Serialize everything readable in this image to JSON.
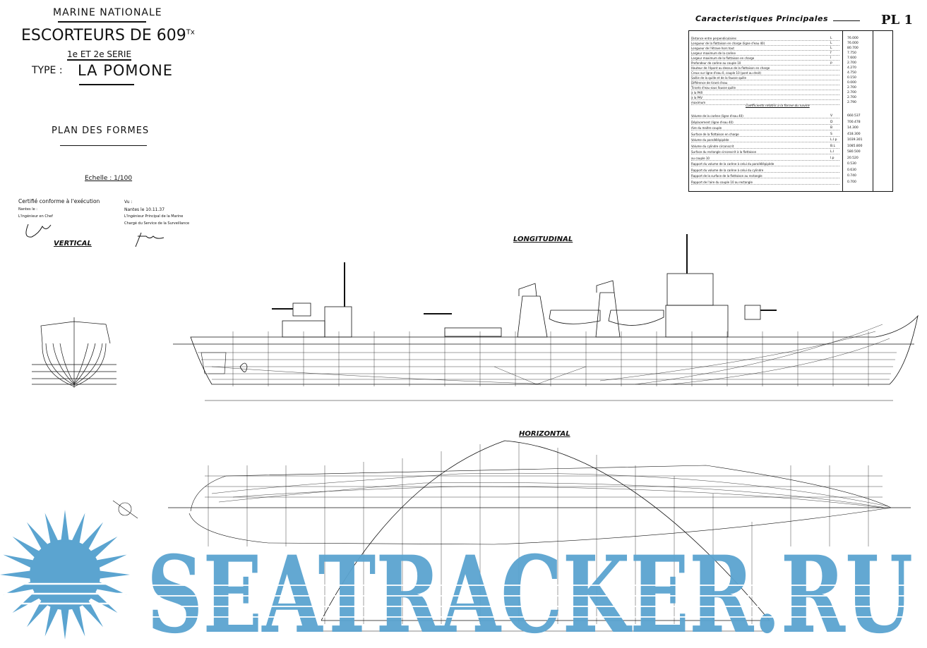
{
  "title_block": {
    "authority": "MARINE NATIONALE",
    "class": "ESCORTEURS DE 609",
    "class_unit": "Tx",
    "series": "1e ET 2e SERIE",
    "type_label": "TYPE :",
    "type_name": "LA POMONE",
    "plan_title": "PLAN DES FORMES",
    "scale": "Echelle : 1/100"
  },
  "certification": {
    "left": [
      "Certifié conforme à l'exécution",
      "Nantes le :",
      "L'Ingénieur en Chef"
    ],
    "right": [
      "Vu :",
      "Nantes le 10.11.37",
      "L'Ingénieur Principal de la Marine",
      "Chargé du Service de la Surveillance"
    ]
  },
  "sheet": "PL 1",
  "characteristics": {
    "title": "Caracteristiques Principales",
    "section2": "Coefficients relatifs à la forme du navire",
    "rows": [
      {
        "label": "Distance entre perpendiculaires",
        "sym": "L",
        "value": "76.000"
      },
      {
        "label": "Longueur de la flottaison en charge (ligne d'eau 40)",
        "sym": "L",
        "value": "76.000"
      },
      {
        "label": "Longueur de l'étrave hors tout",
        "sym": "L",
        "value": "80.700"
      },
      {
        "label": "Largeur maximum de la carène",
        "sym": "l'",
        "value": "7.750"
      },
      {
        "label": "Largeur maximum de la flottaison en charge",
        "sym": "l",
        "value": "7.600"
      },
      {
        "label": "Profondeur de carène au couple 10",
        "sym": "p",
        "value": "2.700"
      },
      {
        "label": "Hauteur de l'épont au dessus de la flottaison en charge",
        "sym": "",
        "value": "4.270"
      },
      {
        "label": "Creux sur ligne d'eau 0, couple 10 (pont au droit)",
        "sym": "",
        "value": "4.750"
      },
      {
        "label": "Saillie de la quille et de la fausse quille",
        "sym": "",
        "value": "0.150"
      },
      {
        "label": "Différence de tirant d'eau",
        "sym": "",
        "value": "0.000"
      },
      {
        "label": "Tirants d'eau sous fausse quille",
        "sym": "",
        "value": "2.700"
      },
      {
        "label": "à la PAR",
        "sym": "",
        "value": "2.700"
      },
      {
        "label": "à la PAV",
        "sym": "",
        "value": "2.700"
      },
      {
        "label": "maximum",
        "sym": "",
        "value": "2.790"
      },
      {
        "label": "Volume de la carène (ligne d'eau 40)",
        "sym": "V",
        "value": "660.537"
      },
      {
        "label": "Déplacement (ligne d'eau 40)",
        "sym": "D",
        "value": "700.478"
      },
      {
        "label": "Aire du maître couple",
        "sym": "B",
        "value": "14.300"
      },
      {
        "label": "Surface de la flottaison en charge",
        "sym": "S",
        "value": "418.300"
      },
      {
        "label": "Volume du parallélépipède",
        "sym": "L.l.p",
        "value": "1039.301"
      },
      {
        "label": "Volume du cylindre circonscrit",
        "sym": "B.L",
        "value": "1085.800"
      },
      {
        "label": "Surface du rectangle circonscrit à la flottaison",
        "sym": "L.l",
        "value": "580.500"
      },
      {
        "label": "au couple 10",
        "sym": "l.p",
        "value": "20.520"
      },
      {
        "label": "Rapport du volume de la carène à celui du parallélépipède",
        "sym": "",
        "value": "0.530"
      },
      {
        "label": "Rapport du volume de la carène à celui du cylindre",
        "sym": "",
        "value": "0.630"
      },
      {
        "label": "Rapport de la surface de la flottaison au rectangle",
        "sym": "",
        "value": "0.740"
      },
      {
        "label": "Rapport de l'aire du couple 10 au rectangle",
        "sym": "",
        "value": "0.700"
      }
    ]
  },
  "views": {
    "vertical": "VERTICAL",
    "longitudinal": "LONGITUDINAL",
    "horizontal": "HORIZONTAL"
  },
  "watermark": "SEATRACKER.RU",
  "colors": {
    "ink": "#111111",
    "watermark": "#5ba4d0",
    "paper": "#ffffff"
  }
}
